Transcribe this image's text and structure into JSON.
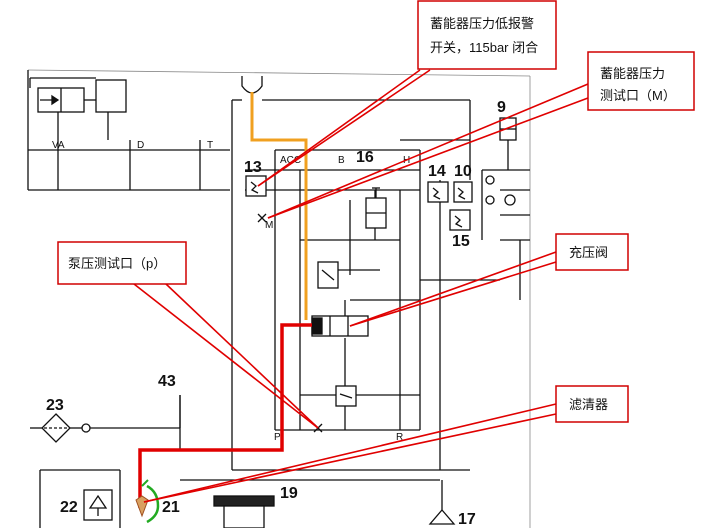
{
  "callouts": {
    "accumulator_low_pressure_switch": {
      "line1": "蓄能器压力低报警",
      "line2": "开关，115bar 闭合"
    },
    "accumulator_test_port": {
      "line1": "蓄能器压力",
      "line2": "测试口（M）"
    },
    "pump_test_port": "泵压测试口（p）",
    "charging_valve": "充压阀",
    "filter": "滤清器"
  },
  "component_numbers": {
    "n9": "9",
    "n13": "13",
    "n14": "14",
    "n10": "10",
    "n15": "15",
    "n16": "16",
    "n23": "23",
    "n22": "22",
    "n21": "21",
    "n19": "19",
    "n43": "43",
    "n17": "17"
  },
  "port_labels": {
    "va": "VA",
    "d": "D",
    "t": "T",
    "acc": "ACC",
    "b": "B",
    "h": "H",
    "m": "M",
    "p": "P",
    "r": "R"
  },
  "colors": {
    "callout_border": "#d00000",
    "pressure_line": "#e00000",
    "accumulator_line": "#f0a020",
    "filter_mark": "#22aa22",
    "schematic": "#111111"
  }
}
